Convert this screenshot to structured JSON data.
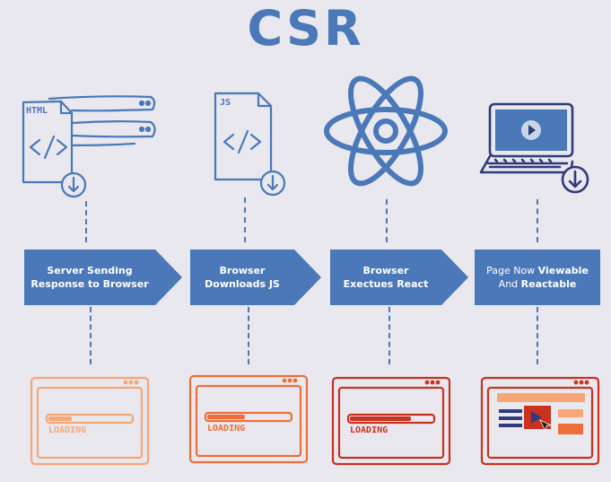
{
  "title": "CSR",
  "steps": [
    {
      "line1": "Server Sending",
      "line2": "Response to Browser",
      "icon": "html-document-icon"
    },
    {
      "line1": "Browser",
      "line2": "Downloads JS",
      "icon": "js-file-icon"
    },
    {
      "line1": "Browser",
      "line2": "Exectues React",
      "icon": "react-atom-icon"
    },
    {
      "line1_a": "Page Now ",
      "line1_b": "Viewable",
      "line2_a": "And ",
      "line2_b": "Reactable",
      "icon": "laptop-icon"
    }
  ],
  "file_labels": {
    "html": "HTML",
    "js": "JS"
  },
  "loading_label": "LOADING",
  "colors": {
    "blue": "#4a78b8",
    "dark_blue": "#2f3b7a",
    "orange_light": "#f7a676",
    "orange": "#ee6e3a",
    "red": "#c8321f",
    "background": "#e8e8ee"
  }
}
